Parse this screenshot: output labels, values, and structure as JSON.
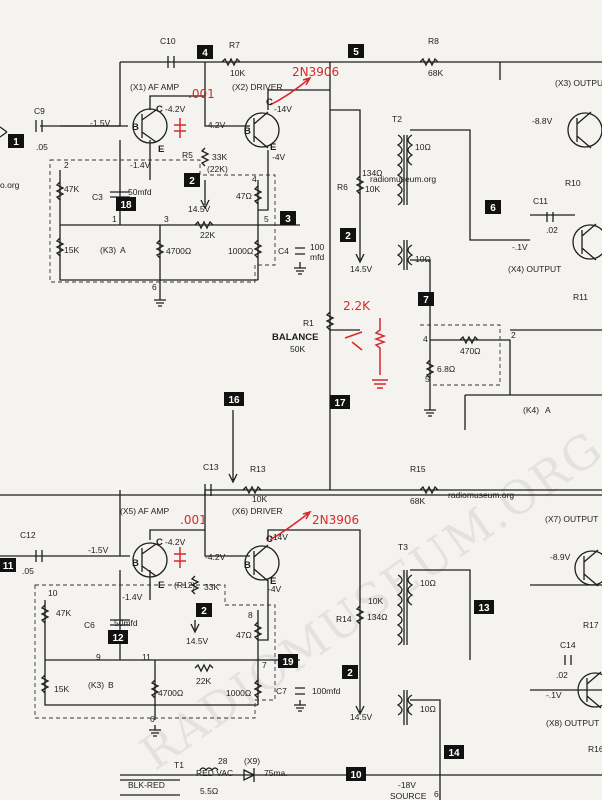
{
  "boxes": [
    {
      "id": "b1",
      "label": "1"
    },
    {
      "id": "b4",
      "label": "4"
    },
    {
      "id": "b5",
      "label": "5"
    },
    {
      "id": "b18",
      "label": "18"
    },
    {
      "id": "b2a",
      "label": "2"
    },
    {
      "id": "b3",
      "label": "3"
    },
    {
      "id": "b6",
      "label": "6"
    },
    {
      "id": "b2b",
      "label": "2"
    },
    {
      "id": "b7",
      "label": "7"
    },
    {
      "id": "b16",
      "label": "16"
    },
    {
      "id": "b17",
      "label": "17"
    },
    {
      "id": "b11",
      "label": "11"
    },
    {
      "id": "b12",
      "label": "12"
    },
    {
      "id": "b2c",
      "label": "2"
    },
    {
      "id": "b19",
      "label": "19"
    },
    {
      "id": "b13",
      "label": "13"
    },
    {
      "id": "b2d",
      "label": "2"
    },
    {
      "id": "b14",
      "label": "14"
    },
    {
      "id": "b10",
      "label": "10"
    }
  ],
  "labels": {
    "c10": "C10",
    "r7": "R7",
    "r7v": "10K",
    "r8": "R8",
    "r8v": "68K",
    "x3out": "(X3) OUTPUT",
    "x1": "(X1) AF AMP",
    "x2": "(X2) DRIVER",
    "c9": "C9",
    "c9v": ".05",
    "v1": "-1.5V",
    "v2": "C",
    "v3": "-4.2V",
    "v4": "-4.2V",
    "v5": "-14V",
    "v6": "B",
    "v7": "E",
    "v8": "-1.4V",
    "v9": "R5",
    "v10": "33K",
    "v11": "(22K)",
    "v12": "E",
    "v13": "-4V",
    "v14": "B",
    "v15": "C",
    "site1": "o.org",
    "t2": "T2",
    "t2a": "10Ω",
    "r6": "R6",
    "r6v": "10K",
    "r6b": "134Ω",
    "site2": "radiomuseum.org",
    "v16": "-8.8V",
    "r10": "R10",
    "c11": "C11",
    "c11v": ".02",
    "r47k": "47K",
    "c3": "C3",
    "c3v": "50mfd",
    "v145a": "14.5V",
    "r47": "47Ω",
    "r15k": "15K",
    "k3a": "(K3)",
    "k3al": "A",
    "r4700": "4700Ω",
    "r22k": "22K",
    "r1000": "1000Ω",
    "c4": "C4",
    "c4v": "100",
    "c4u": "mfd",
    "n2": "2",
    "n4": "4",
    "n5": "5",
    "n1": "1",
    "n6": "6",
    "n3": "3",
    "v145b": "14.5V",
    "t2b": "10Ω",
    "x4": "(X4) OUTPUT",
    "v17": "-.1V",
    "r11": "R11",
    "r1": "R1",
    "bal": "BALANCE",
    "balv": "50K",
    "n4b": "4",
    "n5b": "5",
    "r470": "470Ω",
    "r68": "6.8Ω",
    "n2b": "2",
    "k4": "(K4)",
    "k4a": "A",
    "c13": "C13",
    "r13": "R13",
    "r13v": "10K",
    "r15": "R15",
    "r15v": "68K",
    "site3": "radiomuseum.org",
    "x5": "(X5) AF AMP",
    "x6": "(X6) DRIVER",
    "x7": "(X7) OUTPUT",
    "c12": "C12",
    "c12v": ".05",
    "v18": "-1.5V",
    "v19": "C",
    "v20": "-4.2V",
    "v21": "-4.2V",
    "v22": "-14V",
    "v23": "B",
    "v24": "E",
    "v25": "-1.4V",
    "v26": "B",
    "v27": "E",
    "v28": "-4V",
    "v29": "C",
    "r12": "(R12)",
    "r12v": "33K",
    "v30": "-8.9V",
    "n10": "10",
    "r47kb": "47K",
    "c6": "C6",
    "c6v": "50mfd",
    "v145c": "14.5V",
    "n8": "8",
    "r47b": "47Ω",
    "r14": "R14",
    "r14v": "10K",
    "r14b": "134Ω",
    "t3": "T3",
    "t3a": "10Ω",
    "r17": "R17",
    "n9": "9",
    "n11": "11",
    "n7": "7",
    "c7": "C7",
    "c7v": "100mfd",
    "c14": "C14",
    "r15kb": "15K",
    "k3b": "(K3)",
    "k3bl": "B",
    "r4700b": "4700Ω",
    "r22kb": "22K",
    "r1000b": "1000Ω",
    "c14v": ".02",
    "n6b": "6",
    "v145d": "14.5V",
    "t3b": "10Ω",
    "v31": "-.1V",
    "x8": "(X8) OUTPUT",
    "r16": "R16",
    "t1": "T1",
    "t1v": "28",
    "t1vac": "RED VAC",
    "x9": "(X9)",
    "ma": "75ma.",
    "blk": "BLK-RED",
    "r55": "5.5Ω",
    "v18v": "-18V",
    "src": "SOURCE",
    "n6c": "6"
  },
  "handwritten": {
    "h1": ".001",
    "h2": "2N3906",
    "h3": "2.2K",
    "h4": ".001",
    "h5": "2N3906"
  },
  "watermark": "RADIOMUSEUM.ORG"
}
